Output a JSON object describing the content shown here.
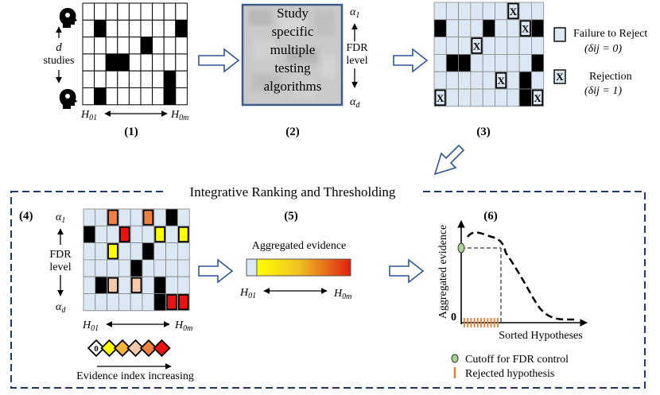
{
  "panel1": {
    "label": "(1)",
    "d": "d",
    "studies": "studies",
    "h_start": "H01",
    "h_end": "H0m",
    "grid": [
      [
        0,
        0,
        0,
        0,
        0,
        0,
        0,
        0,
        0
      ],
      [
        0,
        1,
        0,
        0,
        0,
        0,
        0,
        0,
        1
      ],
      [
        0,
        0,
        0,
        0,
        0,
        1,
        0,
        0,
        0
      ],
      [
        0,
        0,
        1,
        1,
        0,
        0,
        0,
        0,
        0
      ],
      [
        0,
        0,
        0,
        0,
        0,
        0,
        0,
        1,
        0
      ],
      [
        0,
        1,
        0,
        0,
        0,
        0,
        0,
        1,
        0
      ]
    ]
  },
  "panel2": {
    "label": "(2)",
    "box_lines": [
      "Study",
      "specific",
      "multiple",
      "testing",
      "algorithms"
    ],
    "alpha_top": "α",
    "alpha_top_sub": "1",
    "fdr": "FDR",
    "level": "level",
    "alpha_bottom": "α",
    "alpha_bottom_sub": "d"
  },
  "panel3": {
    "label": "(3)",
    "grid": [
      [
        0,
        0,
        0,
        0,
        0,
        0,
        2,
        0,
        0
      ],
      [
        1,
        0,
        0,
        0,
        1,
        0,
        0,
        2,
        1
      ],
      [
        0,
        0,
        0,
        2,
        0,
        0,
        0,
        0,
        0
      ],
      [
        0,
        1,
        1,
        0,
        0,
        0,
        0,
        0,
        1
      ],
      [
        0,
        0,
        0,
        0,
        0,
        2,
        0,
        1,
        0
      ],
      [
        2,
        0,
        0,
        0,
        0,
        0,
        0,
        1,
        2
      ]
    ],
    "legend_fail_title": "Failure to Reject",
    "legend_fail_formula": "(δij = 0)",
    "legend_rej_title": "Rejection",
    "legend_rej_formula": "(δij = 1)"
  },
  "section_title": "Integrative Ranking and Thresholding",
  "panel4": {
    "label": "(4)",
    "alpha_top": "α",
    "alpha_top_sub": "1",
    "fdr": "FDR",
    "level": "level",
    "alpha_bottom": "α",
    "alpha_bottom_sub": "d",
    "h_start": "H01",
    "h_end": "H0m",
    "evidence_caption": "Evidence index increasing",
    "grid": [
      [
        "e",
        "e",
        "o",
        "e",
        "e",
        "o",
        "e",
        "k",
        "e"
      ],
      [
        "k",
        "e",
        "e",
        "r",
        "e",
        "e",
        "y",
        "e",
        "y"
      ],
      [
        "e",
        "e",
        "y",
        "e",
        "e",
        "k",
        "e",
        "e",
        "e"
      ],
      [
        "e",
        "e",
        "e",
        "e",
        "k",
        "e",
        "e",
        "e",
        "e"
      ],
      [
        "e",
        "k",
        "p",
        "e",
        "p",
        "e",
        "k",
        "e",
        "e"
      ],
      [
        "e",
        "e",
        "e",
        "e",
        "e",
        "e",
        "k",
        "R",
        "R"
      ]
    ]
  },
  "panel5": {
    "label": "(5)",
    "title": "Aggregated evidence",
    "h_start": "H01",
    "h_end": "H0m"
  },
  "panel6": {
    "label": "(6)",
    "ylabel": "Aggregated evidence",
    "xlabel": "Sorted Hypotheses",
    "zero": "0",
    "legend_cutoff": "Cutoff for FDR control",
    "legend_rejected": "Rejected hypothesis"
  },
  "colors": {
    "cell_empty": "#dbe8f4",
    "cell_black": "#000000",
    "yellow": "#ffff00",
    "orange": "#f08040",
    "peach": "#f8c8a8",
    "red": "#ee1111",
    "arrow_blue": "#2f5597",
    "dash_border": "#1f3864",
    "cutoff_green": "#a9d18e",
    "rej_orange": "#ed7d31"
  }
}
